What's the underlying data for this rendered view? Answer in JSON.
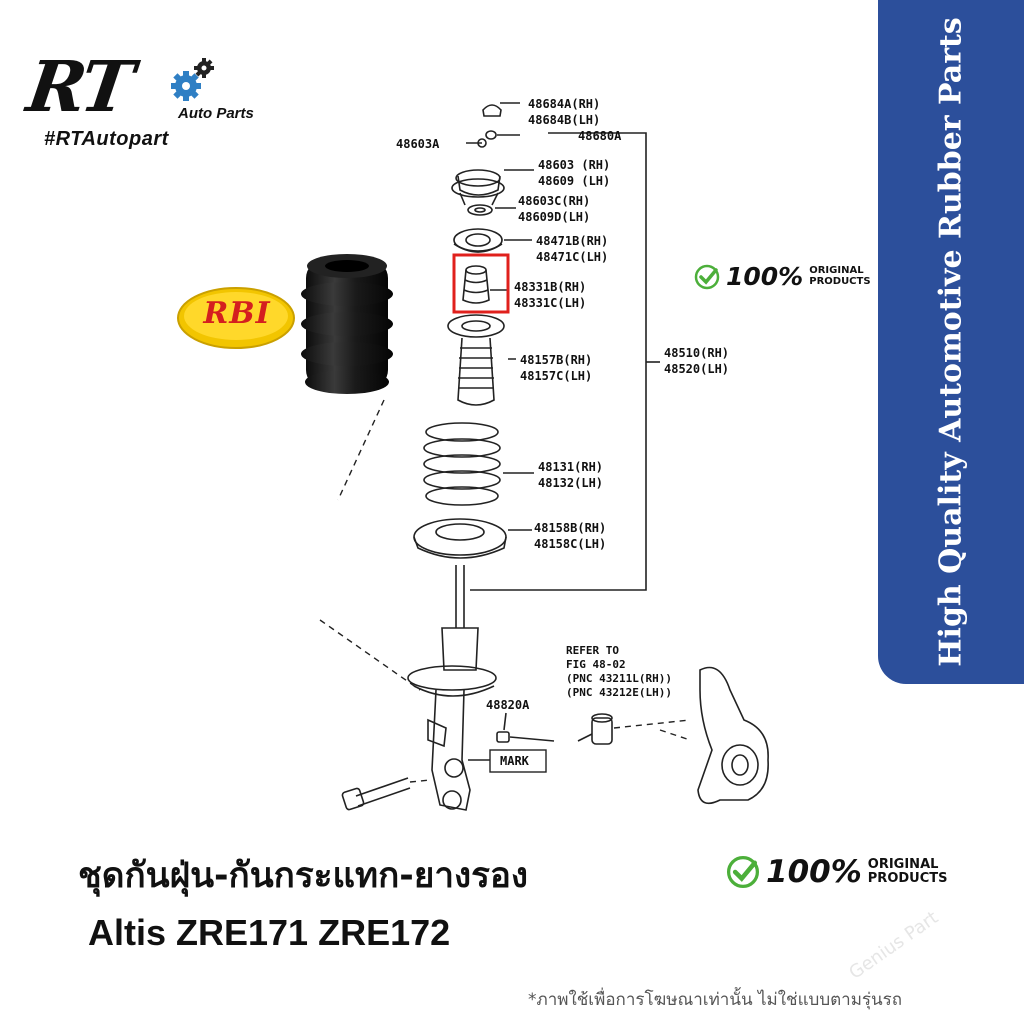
{
  "logo": {
    "letters": "RT",
    "sub": "Auto Parts",
    "hashtag": "#RTAutopart"
  },
  "banner": {
    "text": "High Quality Automotive Rubber Parts"
  },
  "brand_badge": {
    "text": "RBI"
  },
  "original_badge": {
    "percent": "100%",
    "line1": "ORIGINAL",
    "line2": "PRODUCTS"
  },
  "diagram": {
    "labels": {
      "l48684": "48684A(RH)\n48684B(LH)",
      "l48680": "48680A",
      "l48603a": "48603A",
      "l48603": "48603 (RH)\n48609 (LH)",
      "l48603c": "48603C(RH)\n48609D(LH)",
      "l48471": "48471B(RH)\n48471C(LH)",
      "l48331": "48331B(RH)\n48331C(LH)",
      "l48157": "48157B(RH)\n48157C(LH)",
      "l48510": "48510(RH)\n48520(LH)",
      "l48131": "48131(RH)\n48132(LH)",
      "l48158": "48158B(RH)\n48158C(LH)",
      "l48820": "48820A",
      "refer": "REFER TO\nFIG 48-02\n(PNC 43211L(RH))\n(PNC 43212E(LH))",
      "mark": "MARK"
    }
  },
  "product": {
    "title_th": "ชุดกันฝุ่น-กันกระแทก-ยางรอง",
    "model": "Altis ZRE171 ZRE172"
  },
  "disclaimer": "*ภาพใช้เพื่อการโฆษณาเท่านั้น ไม่ใช่แบบตามรุ่นรถ",
  "watermark": "Genius Part",
  "colors": {
    "banner": "#2c4f9b",
    "check": "#4caf3a",
    "highlight": "#e0201c",
    "rbi_bg": "#f2c500",
    "rbi_text": "#d41f1f",
    "gear": "#2f7fc4"
  }
}
